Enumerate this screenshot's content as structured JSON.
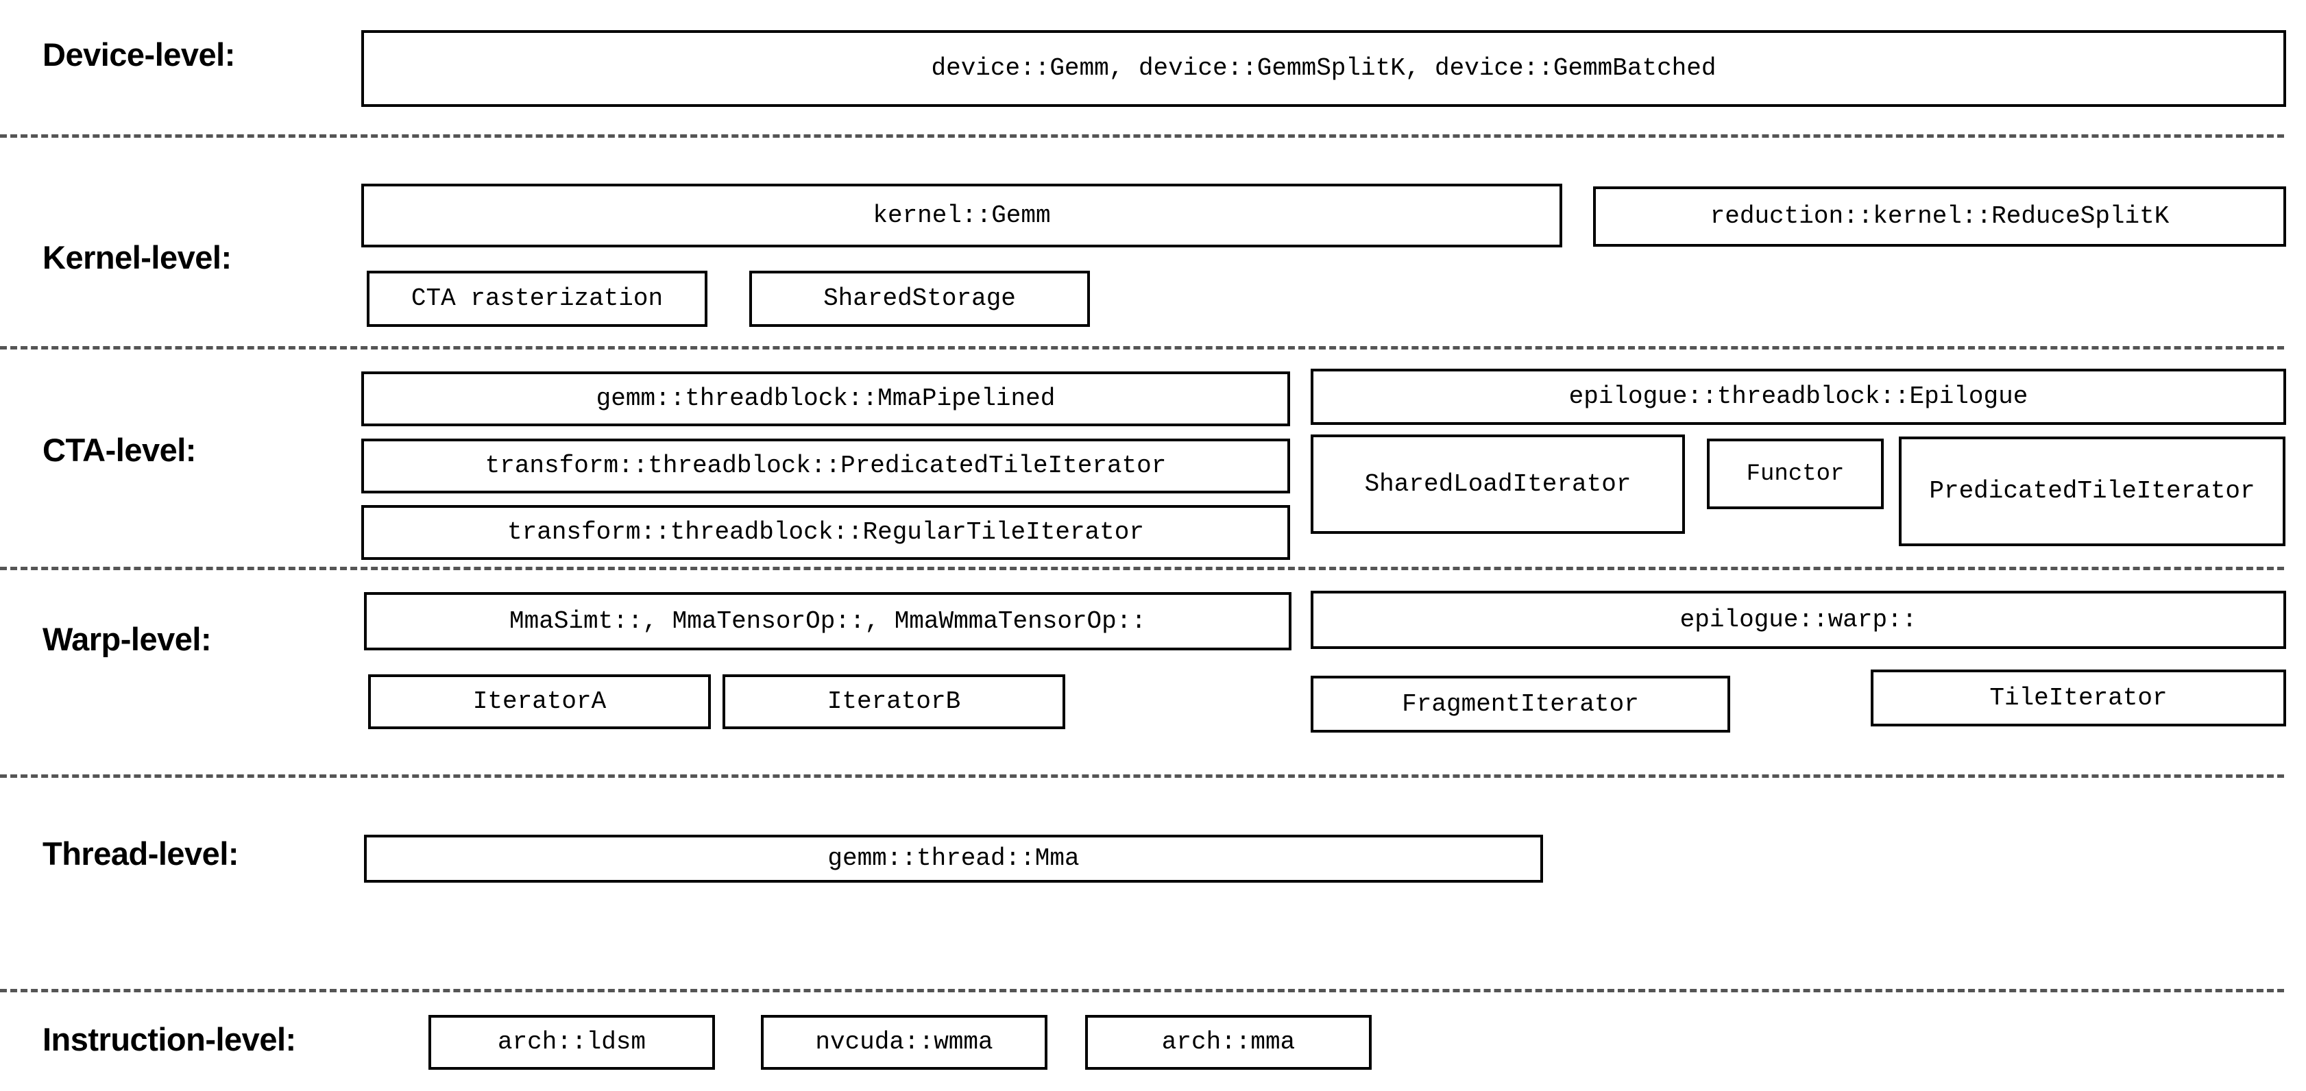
{
  "diagram": {
    "title": "CUTLASS GEMM hierarchy",
    "background_color": "#ffffff",
    "border_color": "#000000",
    "divider_color": "#555555"
  },
  "levels": [
    {
      "label": "Device-level:",
      "boxes": [
        {
          "text": "device::Gemm, device::GemmSplitK, device::GemmBatched"
        }
      ]
    },
    {
      "label": "Kernel-level:",
      "boxes": [
        {
          "text": "kernel::Gemm"
        },
        {
          "text": "reduction::kernel::ReduceSplitK"
        },
        {
          "text": "CTA rasterization"
        },
        {
          "text": "SharedStorage"
        }
      ]
    },
    {
      "label": "CTA-level:",
      "boxes": [
        {
          "text": "gemm::threadblock::MmaPipelined"
        },
        {
          "text": "epilogue::threadblock::Epilogue"
        },
        {
          "text": "transform::threadblock::PredicatedTileIterator"
        },
        {
          "text": "SharedLoadIterator"
        },
        {
          "text": "Functor"
        },
        {
          "text": "PredicatedTileIterator"
        },
        {
          "text": "transform::threadblock::RegularTileIterator"
        }
      ]
    },
    {
      "label": "Warp-level:",
      "boxes": [
        {
          "text": "MmaSimt::, MmaTensorOp::, MmaWmmaTensorOp::"
        },
        {
          "text": "epilogue::warp::"
        },
        {
          "text": "IteratorA"
        },
        {
          "text": "IteratorB"
        },
        {
          "text": "FragmentIterator"
        },
        {
          "text": "TileIterator"
        }
      ]
    },
    {
      "label": "Thread-level:",
      "boxes": [
        {
          "text": "gemm::thread::Mma"
        }
      ]
    },
    {
      "label": "Instruction-level:",
      "boxes": [
        {
          "text": "arch::ldsm"
        },
        {
          "text": "nvcuda::wmma"
        },
        {
          "text": "arch::mma"
        }
      ]
    }
  ]
}
